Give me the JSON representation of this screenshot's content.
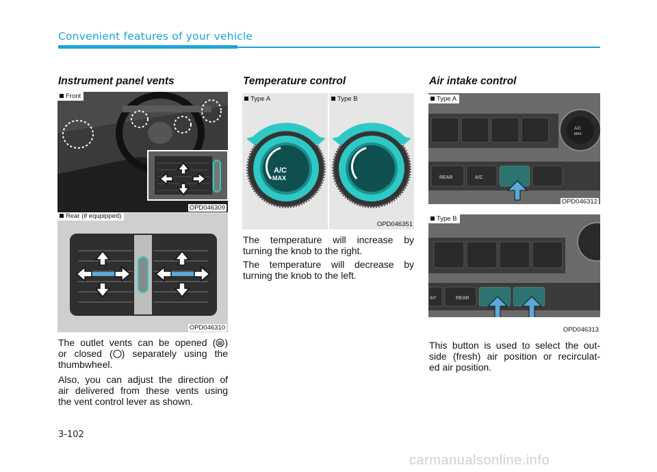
{
  "header": {
    "title": "Convenient features of your vehicle"
  },
  "col1": {
    "heading": "Instrument panel vents",
    "fig1": {
      "tag": "Front",
      "code": "OPD046309"
    },
    "fig2": {
      "tag": "Rear (if equpipped)",
      "code": "OPD046310"
    },
    "p1": {
      "l1a": "The outlet vents can be opened (",
      "l1b": ")",
      "l2a": "or closed (",
      "l2b": ") separately using the",
      "l3": "thumbwheel."
    },
    "p2": {
      "l1": "Also, you can adjust the direction of",
      "l2": "air delivered from these vents using",
      "l3": "the vent control lever as shown."
    }
  },
  "col2": {
    "heading": "Temperature control",
    "fig": {
      "tag_a": "Type A",
      "tag_b": "Type B",
      "knob_text_1": "A/C",
      "knob_text_2": "MAX",
      "code": "OPD046351"
    },
    "p1": {
      "l1": "The temperature will increase by",
      "l2": "turning the knob to the right."
    },
    "p2": {
      "l1": "The temperature will decrease by",
      "l2": "turning the knob to the left."
    }
  },
  "col3": {
    "heading": "Air intake control",
    "fig1": {
      "tag": "Type A",
      "code": "OPD046312",
      "btn_rear": "REAR",
      "btn_ac": "A/C",
      "knob_ac": "A/C",
      "knob_max": "MAX"
    },
    "fig2": {
      "tag": "Type B",
      "code": "OPD046313",
      "btn_rear": "REAR",
      "btn_left": "INT"
    },
    "p1": {
      "l1": "This button is used to select the out-",
      "l2": "side (fresh) air position or recirculat-",
      "l3": "ed air position."
    }
  },
  "page": {
    "number": "3-102"
  },
  "watermark": "carmanualsonline.info",
  "colors": {
    "accent": "#1aa4dc",
    "teal": "#2ec9c4",
    "arrow_blue": "#5aa9d6"
  }
}
